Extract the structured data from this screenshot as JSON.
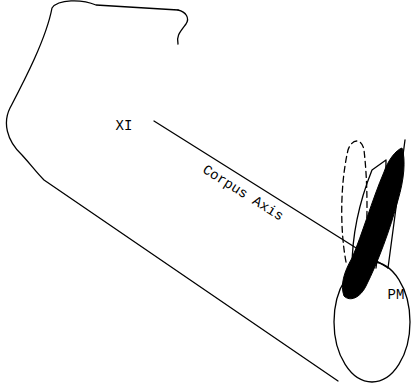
{
  "diagram": {
    "labels": [
      "XI",
      "Corpus Axis",
      "PM"
    ]
  }
}
